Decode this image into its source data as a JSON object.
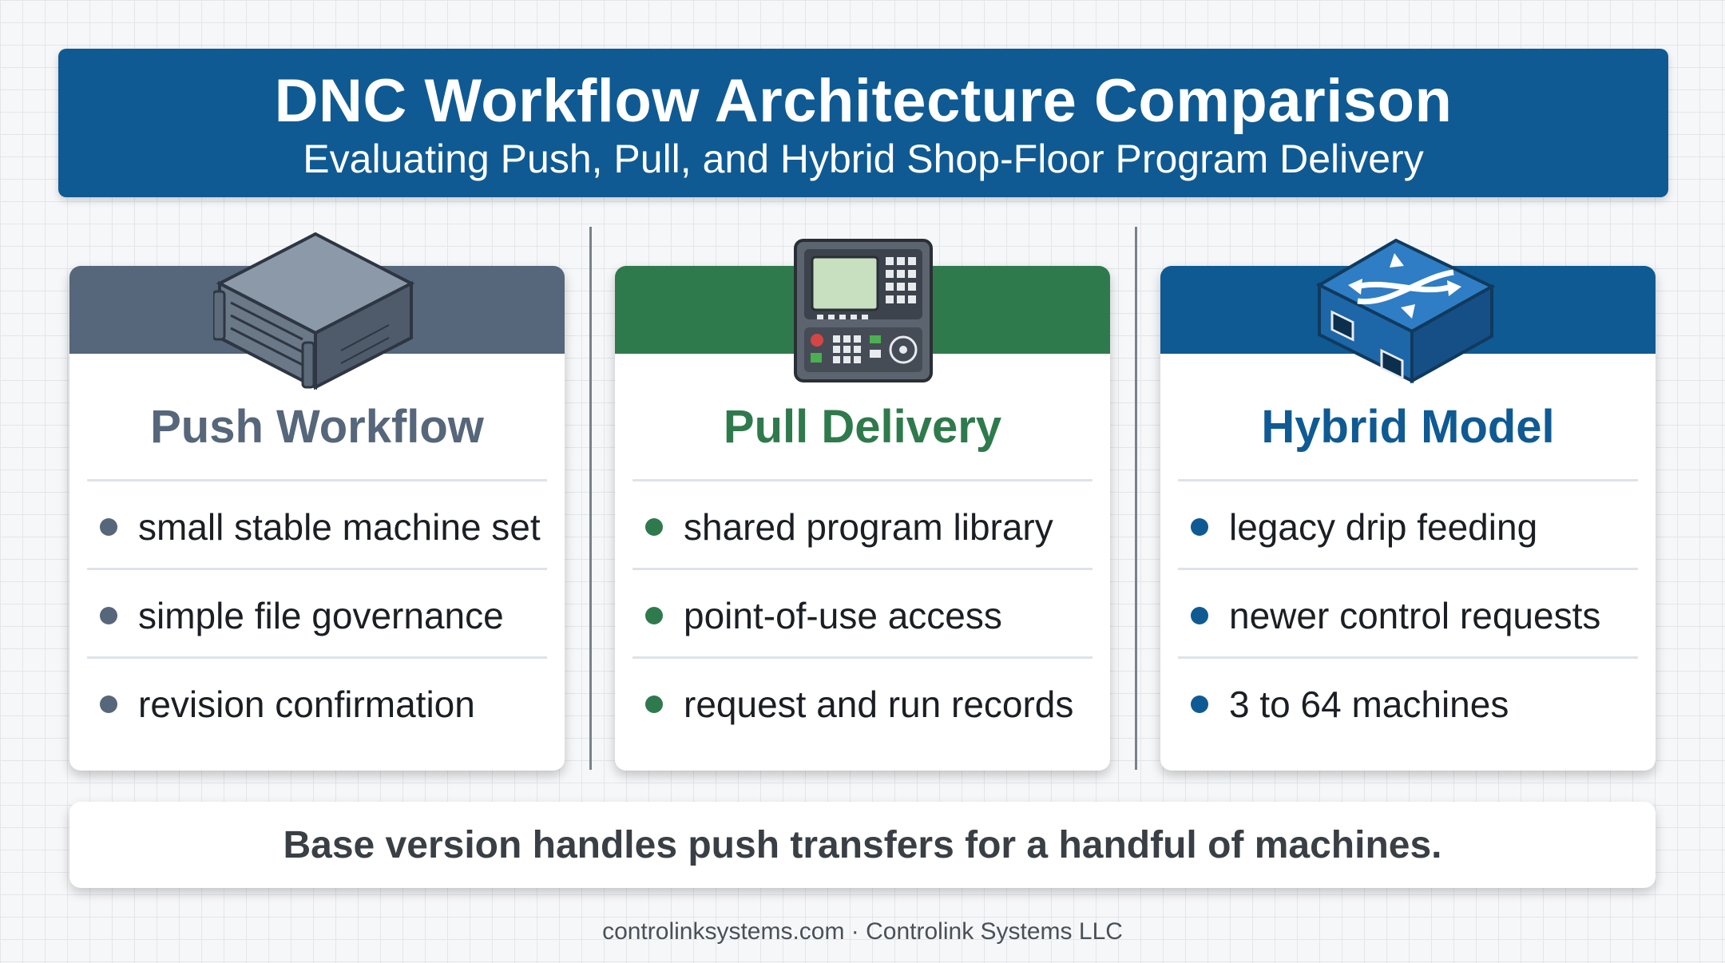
{
  "header": {
    "title": "DNC Workflow Architecture Comparison",
    "subtitle": "Evaluating Push, Pull, and Hybrid Shop-Floor Program Delivery"
  },
  "cards": [
    {
      "title": "Push Workflow",
      "icon": "server-icon",
      "accent": "#56667b",
      "items": [
        "small stable machine set",
        "simple file governance",
        "revision confirmation"
      ]
    },
    {
      "title": "Pull Delivery",
      "icon": "cnc-control-panel-icon",
      "accent": "#2f7a4c",
      "items": [
        "shared program library",
        "point-of-use access",
        "request and run records"
      ]
    },
    {
      "title": "Hybrid Model",
      "icon": "network-switch-icon",
      "accent": "#0f5a93",
      "items": [
        "legacy drip feeding",
        "newer control requests",
        "3 to 64 machines"
      ]
    }
  ],
  "summary": "Base version handles push transfers for a handful of machines.",
  "credit": "controlinksystems.com · Controlink Systems LLC"
}
